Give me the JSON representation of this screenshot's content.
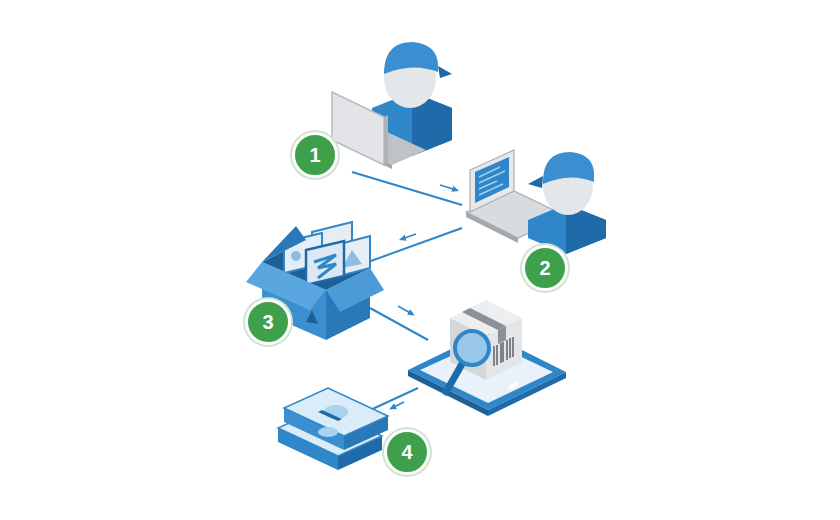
{
  "diagram": {
    "labels": [
      "1",
      "2",
      "3",
      "4"
    ]
  }
}
